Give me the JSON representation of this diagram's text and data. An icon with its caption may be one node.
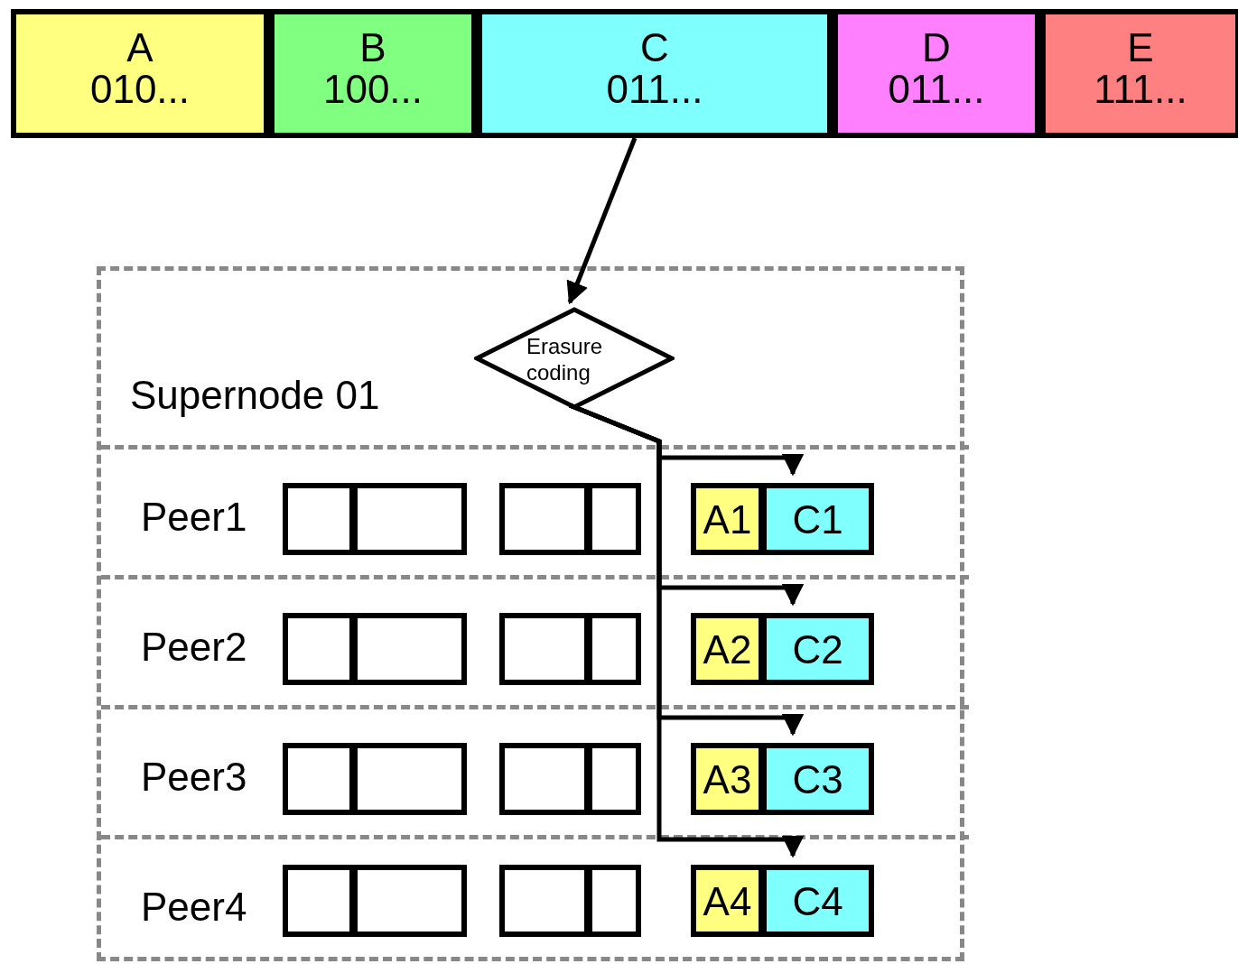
{
  "diagram": {
    "nodes": [
      {
        "text": [
          "A",
          "010..."
        ]
      },
      {
        "text": [
          "B",
          "100..."
        ]
      },
      {
        "text": [
          "C",
          "011..."
        ]
      },
      {
        "text": [
          "D",
          "011..."
        ]
      },
      {
        "text": [
          "E",
          "111..."
        ]
      },
      {
        "text": [
          "Supernode 01"
        ]
      },
      {
        "text": [
          "Erasure coding"
        ],
        "in": 5
      },
      {
        "text": [
          "Peer1"
        ],
        "in": 5
      },
      {
        "text": [],
        "shape": "box",
        "in": 7
      },
      {
        "text": [],
        "shape": "box",
        "in": 7
      },
      {
        "text": [],
        "shape": "box",
        "in": 7
      },
      {
        "text": [],
        "shape": "box",
        "in": 7
      },
      {
        "text": [
          "A1"
        ],
        "in": 7
      },
      {
        "text": [
          "C1"
        ],
        "in": 7
      },
      {
        "text": [
          "Peer2"
        ],
        "in": 5
      },
      {
        "text": [],
        "shape": "box",
        "in": 14
      },
      {
        "text": [],
        "shape": "box",
        "in": 14
      },
      {
        "text": [],
        "shape": "box",
        "in": 14
      },
      {
        "text": [],
        "shape": "box",
        "in": 14
      },
      {
        "text": [
          "A2"
        ],
        "in": 14
      },
      {
        "text": [
          "C2"
        ],
        "in": 14
      },
      {
        "text": [
          "Peer3"
        ],
        "in": 5
      },
      {
        "text": [],
        "shape": "box",
        "in": 21
      },
      {
        "text": [],
        "shape": "box",
        "in": 21
      },
      {
        "text": [],
        "shape": "box",
        "in": 21
      },
      {
        "text": [],
        "shape": "box",
        "in": 21
      },
      {
        "text": [
          "A3"
        ],
        "in": 21
      },
      {
        "text": [
          "C3"
        ],
        "in": 21
      },
      {
        "text": [
          "Peer4"
        ],
        "in": 5
      },
      {
        "text": [],
        "shape": "box",
        "in": 28
      },
      {
        "text": [],
        "shape": "box",
        "in": 28
      },
      {
        "text": [],
        "shape": "box",
        "in": 28
      },
      {
        "text": [],
        "shape": "box",
        "in": 28
      },
      {
        "text": [
          "A4"
        ],
        "in": 28
      },
      {
        "text": [
          "C4"
        ],
        "in": 28
      }
    ],
    "edges": [
      {
        "from": 2,
        "to": 6,
        "arrow": "to"
      },
      {
        "from": 6,
        "to": 13,
        "arrow": "to"
      },
      {
        "from": 6,
        "to": 20,
        "arrow": "to"
      },
      {
        "from": 6,
        "to": 27,
        "arrow": "to"
      },
      {
        "from": 6,
        "to": 34,
        "arrow": "to"
      }
    ]
  }
}
